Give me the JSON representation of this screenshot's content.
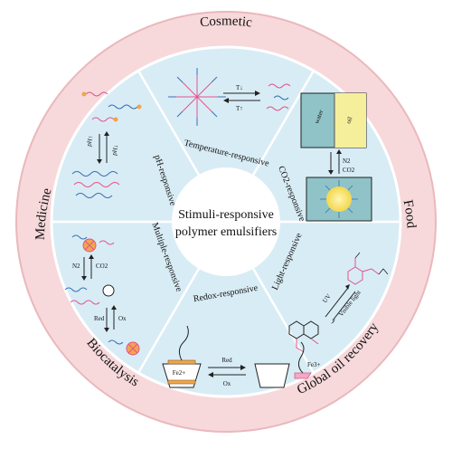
{
  "center": {
    "line1": "Stimuli-responsive",
    "line2": "polymer emulsifiers"
  },
  "applications": {
    "top": "Cosmetic",
    "right": "Food",
    "bottom_right": "Global oil recovery",
    "bottom_left": "Biocatalysis",
    "left": "Medicine"
  },
  "wedges": {
    "temperature": "Temperature-responsive",
    "co2": "CO2-responsive",
    "light": "Light-responsive",
    "redox": "Redox-responsive",
    "multiple": "Multiple-responsive",
    "ph": "pH-responsive"
  },
  "annotations": {
    "t_down": "T↓",
    "t_up": "T↑",
    "n2": "N2",
    "co2": "CO2",
    "ph_up": "pH↑",
    "ph_down": "pH↓",
    "n2_b": "N2",
    "co2_b": "CO2",
    "red": "Red",
    "ox": "Ox",
    "red_b": "Red",
    "ox_b": "Ox",
    "fe2": "Fe2+",
    "fe3": "Fe3+",
    "uv": "UV",
    "visible": "Visible light",
    "water": "water",
    "oil": "oil"
  },
  "colors": {
    "outer_ring": "#f7d9db",
    "outer_ring_stroke": "#eab8bc",
    "inner_disc": "#d8ecf5",
    "inner_stroke": "#ffffff",
    "accent_pink": "#e4548c",
    "accent_blue": "#3a6fb5",
    "accent_orange": "#f0a64a",
    "food_panel": "#8fc3c7",
    "oil_panel": "#f5ef9c"
  }
}
